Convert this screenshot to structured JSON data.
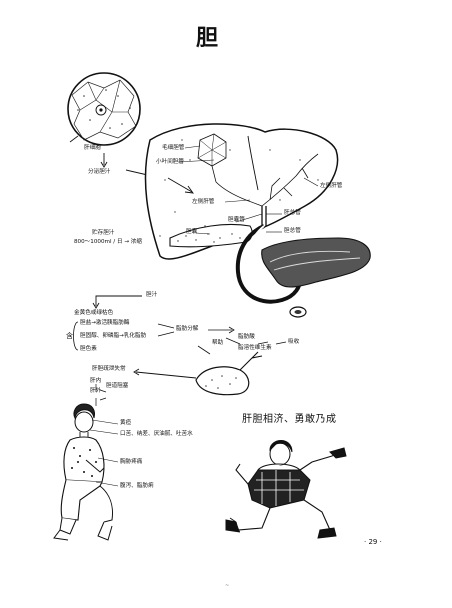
{
  "title": "胆",
  "caption": "肝胆相济、勇敢乃成",
  "page_number": "· 29 ·",
  "bottom_mark": "~",
  "labels": {
    "liver_cell": "肝细胞",
    "secrete_bile": "分泌胆汁",
    "bile_capillary": "毛细胆管",
    "interlobular_duct": "小叶间胆管",
    "left_hepatic_duct": "左侧肝管",
    "left_liver_duct": "左侧肝管",
    "cystic_duct": "胆囊管",
    "common_hepatic_duct": "肝总管",
    "gallbladder": "胆囊",
    "common_bile_duct": "胆总管",
    "store_bile": "贮存胆汁",
    "volume": "800～1000ml / 日 → 浓缩",
    "bile": "胆汁",
    "color": "金黄色或绿枯色",
    "contains": "含",
    "bile_salt": "胆盐→激活胰脂肪酶",
    "cholesterol": "胆固醇、卵磷脂→乳化脂肪",
    "bile_pigment": "胆色素",
    "fat_break": "脂肪分解",
    "fatty_acid": "脂肪酸",
    "help": "帮助",
    "absorb": "吸收",
    "vitamin": "脂溶性维生素",
    "dysfunction": "肝胆疏泄失常",
    "liver_heat": "肝内",
    "gallbladder_stone": "胆道阻塞",
    "liver_gall": "肝外",
    "jaundice": "黄疸",
    "symptoms": "口苦、纳差、厌油腻、吐苦水",
    "rib_pain": "胸胁疼痛",
    "diarrhea": "腹泻、脂肪痢"
  }
}
